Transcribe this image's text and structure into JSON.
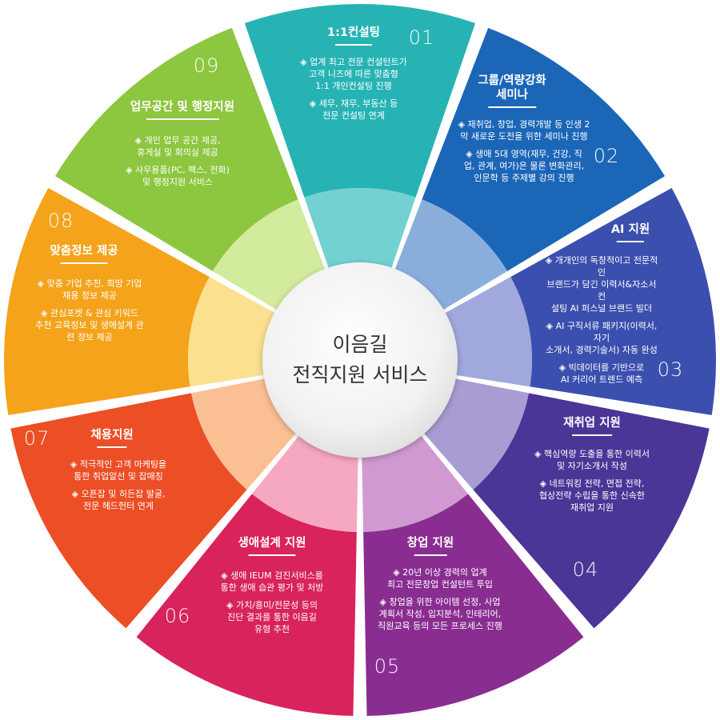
{
  "center": {
    "title": "이음길\n전직지원 서비스"
  },
  "segments": [
    {
      "number": "01",
      "title": "1:1컨설팅",
      "color_outer": "#27b3b4",
      "color_inner": "#74d1d1",
      "bullets": [
        "◈ 업계 최고 전문 컨설턴트가\n고객 니즈에 따른 맞춤형\n1:1 개인컨설팅 진행",
        "◈ 세무, 재무, 부동산 등\n전문 컨설팅 연계"
      ]
    },
    {
      "number": "02",
      "title": "그룹/역량강화\n세미나",
      "color_outer": "#1c66b8",
      "color_inner": "#8aaedc",
      "bullets": [
        "◈ 재취업, 창업, 경력개발 등 인생 2\n막 새로운 도전을 위한 세미나 진행",
        "◈ 생애 5대 영역(재무, 건강, 직\n업, 관계, 여가)은 물론 변화관리,\n인문학 등 주제별 강의 진행"
      ]
    },
    {
      "number": "03",
      "title": "AI 지원",
      "color_outer": "#3b4fae",
      "color_inner": "#a0a8dc",
      "bullets": [
        "◈ 개개인의 독창적이고 전문적인\n브랜드가 담긴 이력서&자소서 컨\n설팅 AI 퍼스널 브랜드 빌더",
        "◈ AI 구직서류 패키지(이력서, 자기\n소개서, 경력기술서) 자동 완성",
        "◈ 빅데이터를 기반으로\nAI 커리어 트렌드 예측"
      ]
    },
    {
      "number": "04",
      "title": "재취업 지원",
      "color_outer": "#4b3596",
      "color_inner": "#a89cd2",
      "bullets": [
        "◈ 핵심역량 도출을 통한 이력서\n및 자기소개서 작성",
        "◈ 네트워킹 전략, 면접 전략,\n협상전략 수립을 통한 신속한\n재취업 지원"
      ]
    },
    {
      "number": "05",
      "title": "창업 지원",
      "color_outer": "#8a2d91",
      "color_inner": "#d199d1",
      "bullets": [
        "◈ 20년 이상 경력의 업계\n최고 전문창업 컨설턴트 투입",
        "◈ 창업을 위한 아이템 선정, 사업\n계획서 작성, 입지분석, 인테리어,\n직원교육 등의 모든 프로세스 진행"
      ]
    },
    {
      "number": "06",
      "title": "생애설계 지원",
      "color_outer": "#d8235c",
      "color_inner": "#f6a8c0",
      "bullets": [
        "◈ 생애 IEUM 검진서비스를\n통한 생애 습관 평가 및 처방",
        "◈ 가치/흥미/전문성 등의\n진단  결과를 통한 이음길\n유형 추천"
      ]
    },
    {
      "number": "07",
      "title": "채용지원",
      "color_outer": "#ec4e26",
      "color_inner": "#fbbf94",
      "bullets": [
        "◈  적극적인 고객 마케팅을\n통한 취업알선 및 잡매칭",
        "◈ 오픈잡 및 히든잡 발굴,\n전문 헤드헌터 연계"
      ]
    },
    {
      "number": "08",
      "title": "맞춤정보 제공",
      "color_outer": "#f4a31a",
      "color_inner": "#fbe08f",
      "bullets": [
        "◈ 맞춤 기업 추천, 희망 기업\n채용 정보 제공",
        "◈ 관심포켓 & 관심 키워드\n추천 교육정보 및 생애설계 관\n련 정보 제공"
      ]
    },
    {
      "number": "09",
      "title": "업무공간 및 행정지원",
      "color_outer": "#8dc63f",
      "color_inner": "#d2eb9c",
      "bullets": [
        "◈ 개인 업무 공간 제공,\n휴게실 및 회의실 제공",
        "◈ 사무용품(PC, 팩스, 전화)\n및 행정지원 서비스"
      ]
    }
  ]
}
